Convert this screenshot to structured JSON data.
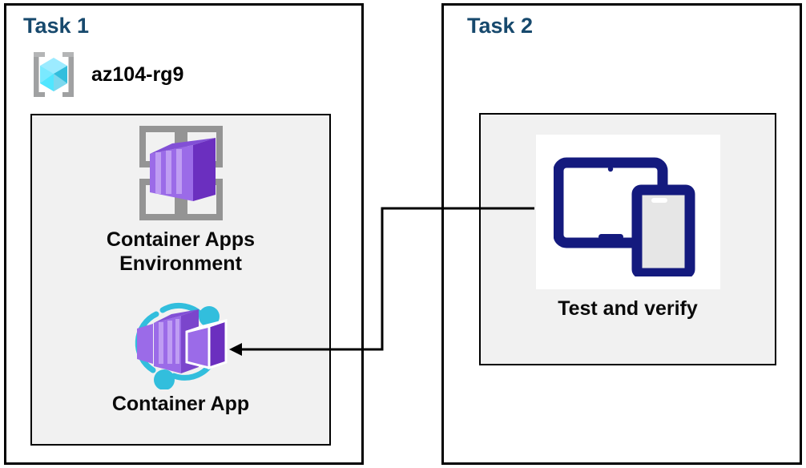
{
  "diagram": {
    "title": "Azure Container Apps task diagram",
    "background": "#ffffff",
    "colors": {
      "task_title": "#17496D",
      "panel_border": "#000000",
      "inner_fill": "#f1f1f1",
      "container_purple": "#8661C5",
      "container_purple_dark": "#6B2FBF",
      "container_purple_light": "#A47BE8",
      "accent_cyan": "#32BEDD",
      "rg_cube_cyan": "#50E6FF",
      "rg_bracket_gray": "#A0A1A2",
      "grid_gray": "#949494",
      "device_navy": "#141A7E",
      "connector": "#000000"
    }
  },
  "task1": {
    "title": "Task 1",
    "resource_group": {
      "icon": "resource-group-icon",
      "label": "az104-rg9"
    },
    "nodes": [
      {
        "icon": "container-apps-environment-icon",
        "label": "Container Apps\nEnvironment"
      },
      {
        "icon": "container-app-icon",
        "label": "Container App"
      }
    ]
  },
  "task2": {
    "title": "Task 2",
    "nodes": [
      {
        "icon": "devices-test-icon",
        "label": "Test and verify"
      }
    ]
  },
  "connector": {
    "name": "test-to-container-app-arrow",
    "from": "Test and verify",
    "to": "Container App",
    "direction": "left",
    "arrowhead": "left"
  }
}
